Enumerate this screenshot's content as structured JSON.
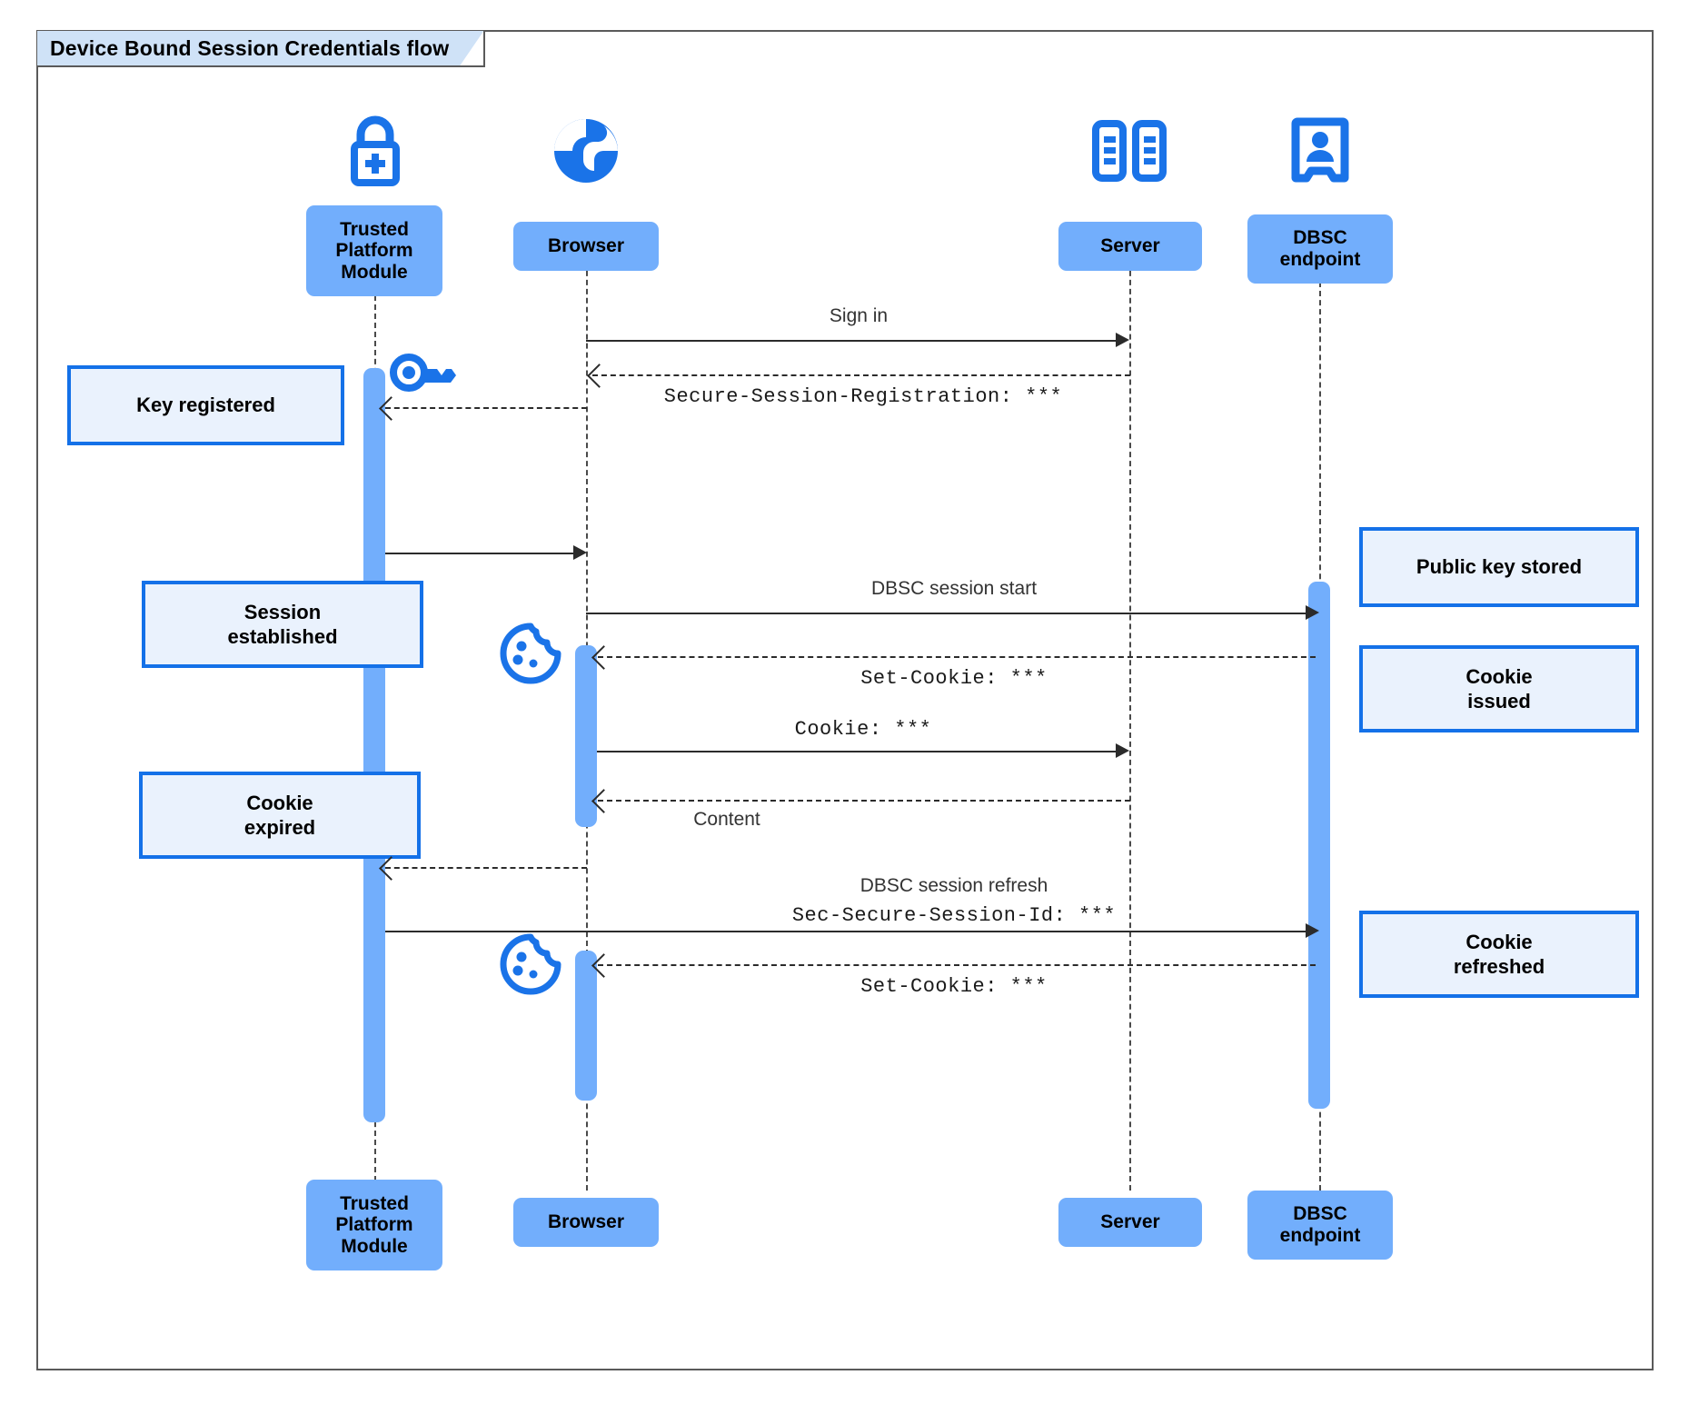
{
  "diagram": {
    "title": "Device Bound Session Credentials flow",
    "type": "uml-sequence-diagram",
    "colors": {
      "participant_fill": "#72aefc",
      "note_fill": "#eaf2fd",
      "note_border": "#1471e8",
      "activation_fill": "#72aefc",
      "icon_blue": "#1a73e8",
      "frame_border": "#5a5a5a",
      "title_tab_fill": "#cfe2f7"
    }
  },
  "participants": [
    {
      "id": "tpm",
      "label": "Trusted\nPlatform\nModule",
      "icon": "lock-plus-icon"
    },
    {
      "id": "browser",
      "label": "Browser",
      "icon": "globe-icon"
    },
    {
      "id": "server",
      "label": "Server",
      "icon": "server-rack-icon"
    },
    {
      "id": "dbsc",
      "label": "DBSC\nendpoint",
      "icon": "id-badge-icon"
    }
  ],
  "participants_bottom": [
    {
      "id": "tpm",
      "label": "Trusted\nPlatform\nModule"
    },
    {
      "id": "browser",
      "label": "Browser"
    },
    {
      "id": "server",
      "label": "Server"
    },
    {
      "id": "dbsc",
      "label": "DBSC\nendpoint"
    }
  ],
  "messages": [
    {
      "id": "m1",
      "from": "browser",
      "to": "server",
      "label": "Sign in",
      "style": "solid",
      "font": "sans"
    },
    {
      "id": "m2",
      "from": "server",
      "to": "browser",
      "label": "Secure-Session-Registration: ***",
      "style": "dashed",
      "font": "mono"
    },
    {
      "id": "m3",
      "from": "browser",
      "to": "tpm",
      "label": "",
      "style": "dashed",
      "font": "sans"
    },
    {
      "id": "m4",
      "from": "tpm",
      "to": "browser",
      "label": "",
      "style": "solid",
      "font": "sans"
    },
    {
      "id": "m5",
      "from": "browser",
      "to": "dbsc",
      "label": "DBSC session start",
      "style": "solid",
      "font": "sans"
    },
    {
      "id": "m6",
      "from": "dbsc",
      "to": "browser",
      "label": "Set-Cookie: ***",
      "style": "dashed",
      "font": "mono"
    },
    {
      "id": "m7",
      "from": "browser",
      "to": "server",
      "label": "Cookie: ***",
      "style": "solid",
      "font": "mono"
    },
    {
      "id": "m8",
      "from": "server",
      "to": "browser",
      "label": "Content",
      "style": "dashed",
      "font": "sans"
    },
    {
      "id": "m9",
      "from": "browser",
      "to": "tpm",
      "label": "",
      "style": "dashed",
      "font": "sans"
    },
    {
      "id": "m10",
      "from": "tpm",
      "to": "dbsc",
      "label": "DBSC session refresh",
      "label2": "Sec-Secure-Session-Id: ***",
      "style": "solid",
      "font": "sans"
    },
    {
      "id": "m11",
      "from": "dbsc",
      "to": "browser",
      "label": "Set-Cookie: ***",
      "style": "dashed",
      "font": "mono"
    }
  ],
  "notes": [
    {
      "id": "n1",
      "text": "Key registered",
      "side": "left",
      "anchor": "tpm"
    },
    {
      "id": "n2",
      "text": "Session\nestablished",
      "side": "left",
      "anchor": "tpm"
    },
    {
      "id": "n3",
      "text": "Cookie\nexpired",
      "side": "left",
      "anchor": "tpm"
    },
    {
      "id": "n4",
      "text": "Public key stored",
      "side": "right",
      "anchor": "dbsc"
    },
    {
      "id": "n5",
      "text": "Cookie\nissued",
      "side": "right",
      "anchor": "dbsc"
    },
    {
      "id": "n6",
      "text": "Cookie\nrefreshed",
      "side": "right",
      "anchor": "dbsc"
    }
  ],
  "inline_icons": [
    {
      "id": "key1",
      "name": "key-icon",
      "near": "tpm"
    },
    {
      "id": "cookie1",
      "name": "cookie-icon",
      "near": "browser"
    },
    {
      "id": "cookie2",
      "name": "cookie-icon",
      "near": "browser"
    }
  ]
}
